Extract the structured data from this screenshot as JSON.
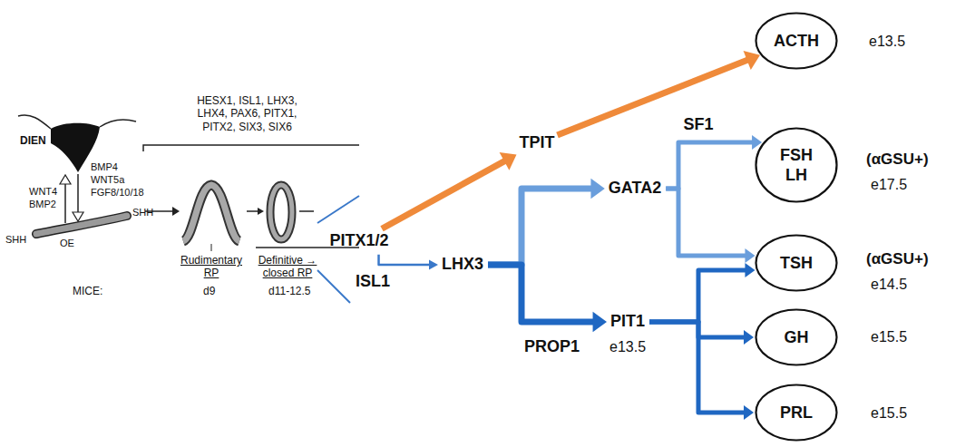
{
  "diagram": {
    "nodes": [
      {
        "text": [
          "PITX1/2"
        ]
      },
      {
        "text": [
          "LHX3"
        ]
      },
      {
        "text": [
          "TPIT"
        ]
      },
      {
        "text": [
          "GATA2"
        ]
      },
      {
        "text": [
          "PIT1"
        ]
      },
      {
        "text": [
          "ACTH"
        ]
      },
      {
        "text": [
          "FSH LH"
        ]
      },
      {
        "text": [
          "TSH"
        ]
      },
      {
        "text": [
          "GH"
        ]
      },
      {
        "text": [
          "PRL"
        ]
      }
    ],
    "edges": [
      {
        "from": 0,
        "to": 2,
        "arrow": "to"
      },
      {
        "from": 2,
        "to": 5,
        "arrow": "to"
      },
      {
        "from": 0,
        "to": 1,
        "arrow": "to"
      },
      {
        "from": 1,
        "to": 3,
        "arrow": "to"
      },
      {
        "from": 1,
        "to": 4,
        "arrow": "to"
      },
      {
        "from": 3,
        "to": 6,
        "label": "SF1",
        "arrow": "to"
      },
      {
        "from": 3,
        "to": 7,
        "arrow": "to"
      },
      {
        "from": 4,
        "to": 7,
        "arrow": "to"
      },
      {
        "from": 4,
        "to": 8,
        "arrow": "to"
      },
      {
        "from": 4,
        "to": 9,
        "arrow": "to"
      }
    ],
    "labels": [
      "HESX1, ISL1, LHX3, LHX4, PAX6, PITX1, PITX2, SIX3, SIX6",
      "DIEN",
      "BMP4",
      "WNT5a",
      "FGF8/10/18",
      "WNT4",
      "BMP2",
      "SHH",
      "OE",
      "SHH",
      "Rudimentary RP",
      "Definitive → closed RP",
      "MICE:",
      "d9",
      "d11-12.5",
      "ISL1",
      "PROP1",
      "e13.5",
      "e13.5",
      "(αGSU+)",
      "e17.5",
      "(αGSU+)",
      "e14.5",
      "e15.5",
      "e15.5"
    ]
  }
}
